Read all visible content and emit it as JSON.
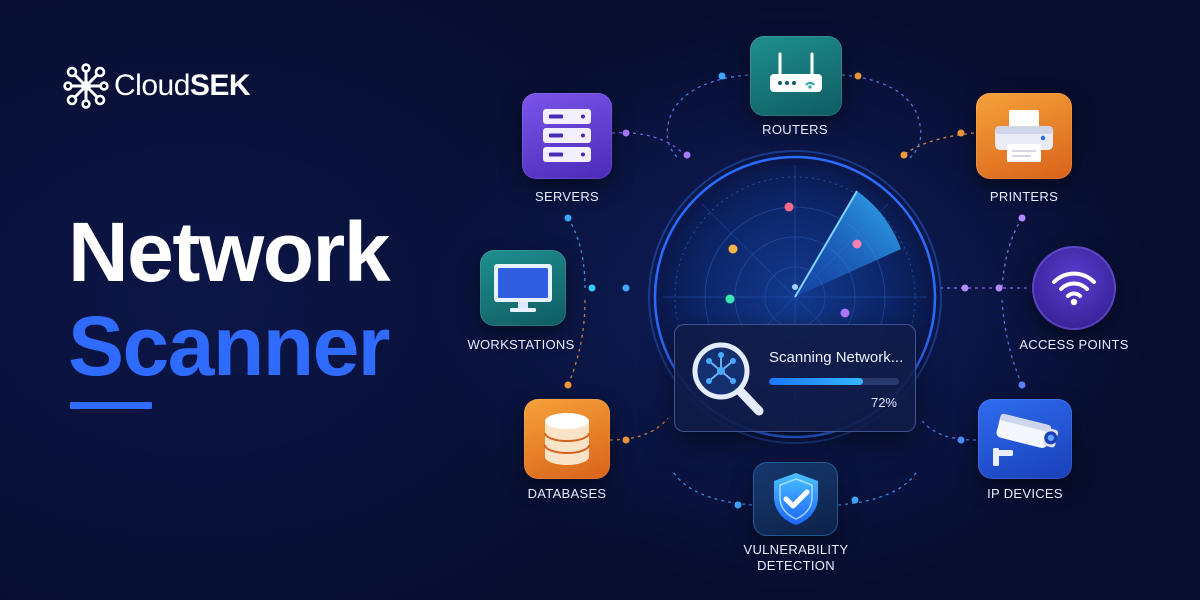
{
  "brand": {
    "name_light": "Cloud",
    "name_bold": "SEK"
  },
  "headline": {
    "line1": "Network",
    "line2": "Scanner"
  },
  "colors": {
    "background": "#070d2e",
    "accent_blue": "#2f6bff",
    "text": "#ffffff"
  },
  "devices": [
    {
      "id": "routers",
      "label": "ROUTERS",
      "icon": "router-icon"
    },
    {
      "id": "servers",
      "label": "SERVERS",
      "icon": "server-rack-icon"
    },
    {
      "id": "printers",
      "label": "PRINTERS",
      "icon": "printer-icon"
    },
    {
      "id": "workstations",
      "label": "WORKSTATIONS",
      "icon": "monitor-icon"
    },
    {
      "id": "access_points",
      "label": "ACCESS POINTS",
      "icon": "wifi-icon"
    },
    {
      "id": "databases",
      "label": "DATABASES",
      "icon": "database-icon"
    },
    {
      "id": "ip_devices",
      "label": "IP DEVICES",
      "icon": "security-camera-icon"
    },
    {
      "id": "vulnerability",
      "label": "VULNERABILITY DETECTION",
      "icon": "shield-check-icon"
    }
  ],
  "scan": {
    "title": "Scanning Network...",
    "progress_label": "72%",
    "progress_value": 0.72,
    "icon": "magnifier-network-icon"
  },
  "radar": {
    "icon": "radar-icon"
  }
}
